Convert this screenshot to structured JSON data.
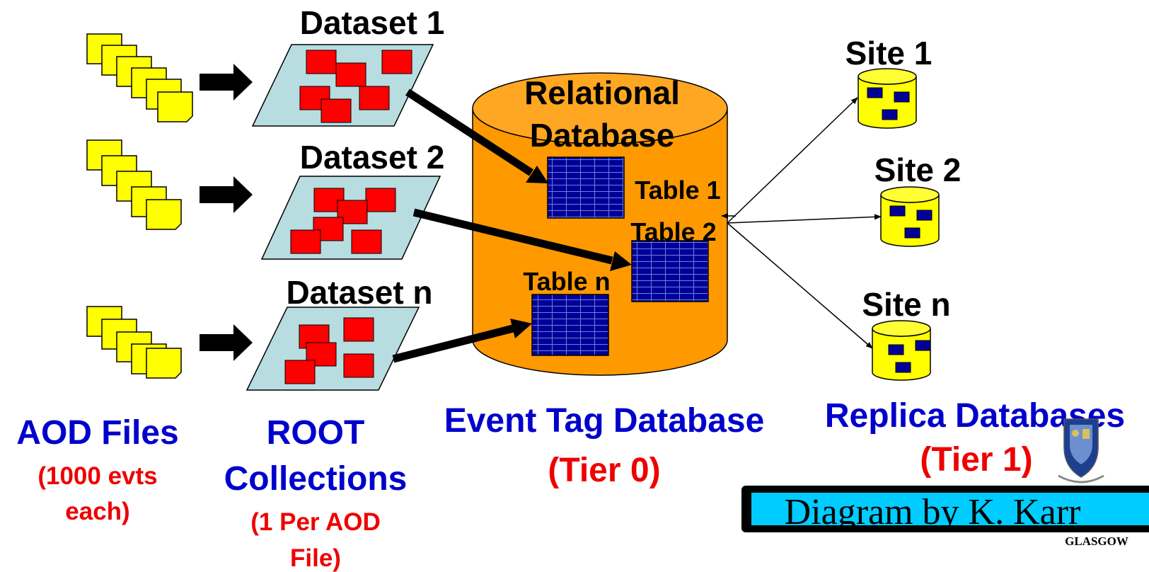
{
  "datasets": [
    {
      "label": "Dataset 1"
    },
    {
      "label": "Dataset 2"
    },
    {
      "label": "Dataset n"
    }
  ],
  "database": {
    "title_line1": "Relational",
    "title_line2": "Database",
    "tables": [
      {
        "label": "Table 1"
      },
      {
        "label": "Table 2"
      },
      {
        "label": "Table n"
      }
    ]
  },
  "sites": [
    {
      "label": "Site 1"
    },
    {
      "label": "Site 2"
    },
    {
      "label": "Site n"
    }
  ],
  "captions": {
    "aod_title": "AOD Files",
    "aod_sub_line1": "(1000 evts",
    "aod_sub_line2": "each)",
    "root_title_line1": "ROOT",
    "root_title_line2": "Collections",
    "root_sub_line1": "(1 Per AOD",
    "root_sub_line2": "File)",
    "event_title": "Event Tag Database",
    "event_sub": "(Tier 0)",
    "replica_title": "Replica Databases",
    "replica_sub": "(Tier 1)"
  },
  "credit": {
    "banner": "Diagram by K. Karr",
    "institution": "GLASGOW"
  },
  "colors": {
    "file": "#ffff00",
    "dataset_fill": "#b8dde0",
    "record": "#ff0000",
    "database": "#ff9900",
    "table": "#000099",
    "site": "#ffff00",
    "caption_blue": "#0000cc",
    "caption_red": "#ee0000",
    "banner_fill": "#00ccff"
  }
}
